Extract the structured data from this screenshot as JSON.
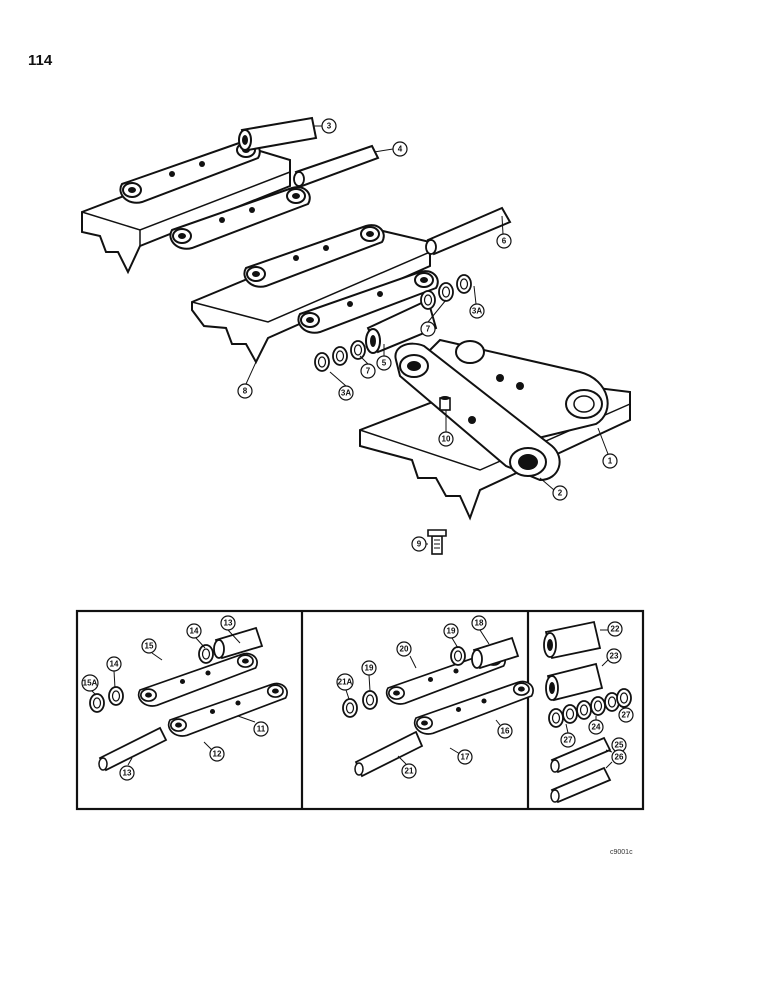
{
  "page_number": "114",
  "figure_code": "c9001c",
  "callouts": {
    "c3": "3",
    "c4": "4",
    "c6": "6",
    "c3a_right": "3A",
    "c7_right": "7",
    "c5": "5",
    "c7_left": "7",
    "c3a_left": "3A",
    "c8": "8",
    "c10": "10",
    "c1": "1",
    "c2": "2",
    "c9": "9",
    "c13_top": "13",
    "c14_top": "14",
    "c15": "15",
    "c15a": "15A",
    "c14_left": "14",
    "c11": "11",
    "c12": "12",
    "c13_bottom": "13",
    "c18": "18",
    "c19_top": "19",
    "c20": "20",
    "c21a": "21A",
    "c19_left": "19",
    "c16": "16",
    "c17": "17",
    "c21": "21",
    "c22": "22",
    "c23": "23",
    "c24": "24",
    "c27_right": "27",
    "c27_left": "27",
    "c25": "25",
    "c26": "26"
  }
}
